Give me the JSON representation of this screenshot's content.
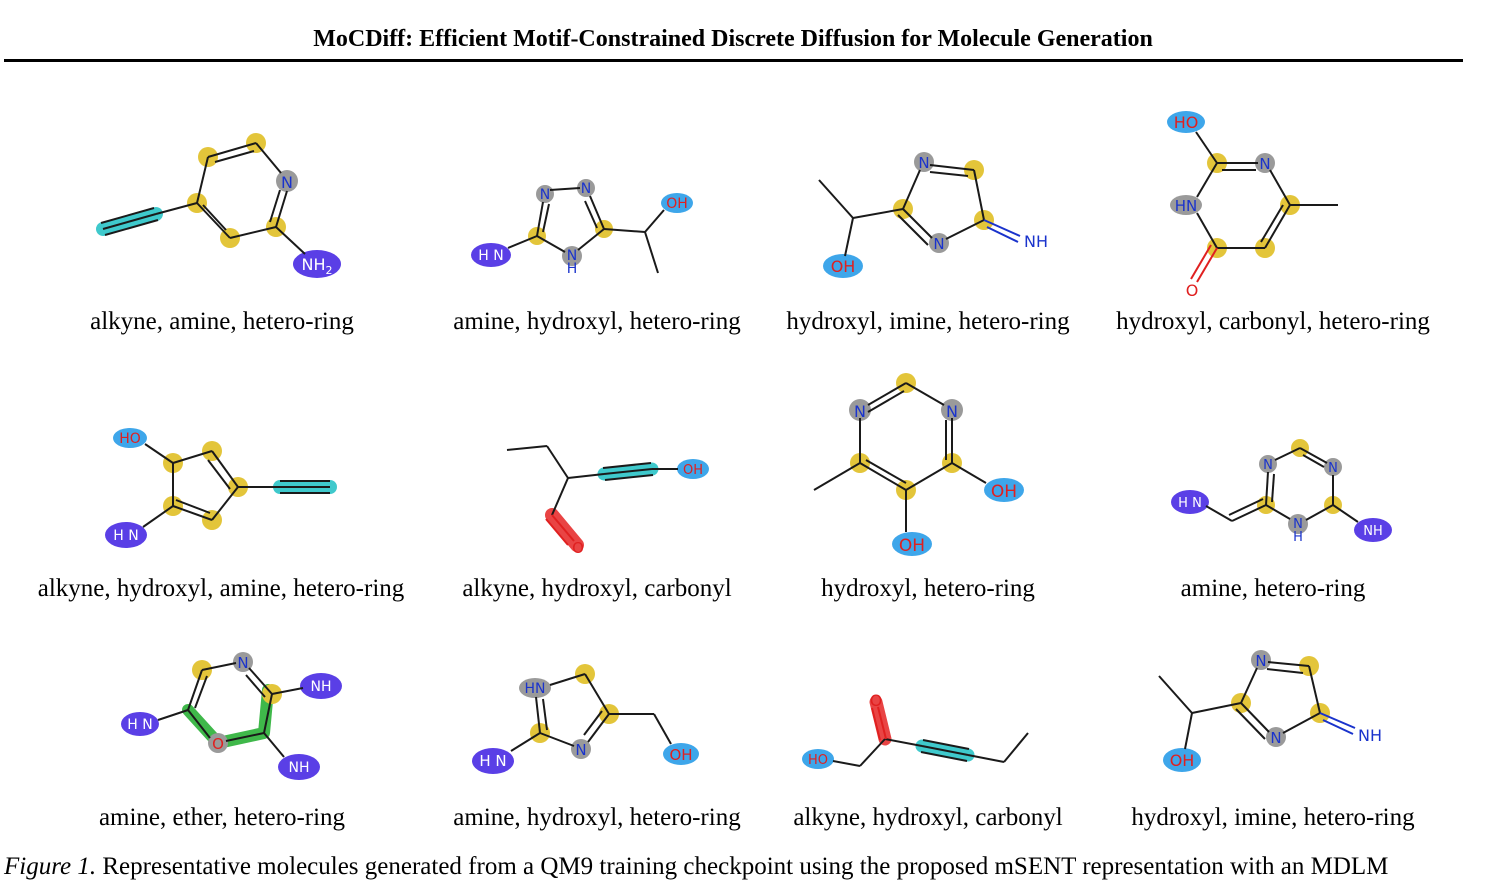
{
  "header": {
    "title": "MoCDiff: Efficient Motif-Constrained Discrete Diffusion for Molecule Generation"
  },
  "colors": {
    "hetero_ring": "#e3c53a",
    "hydroxyl": "#3ea6ea",
    "amine": "#5a3fe6",
    "alkyne": "#3fc9cc",
    "carbonyl": "#e94444",
    "ether": "#3fb84a",
    "neutral_atom": "#9a9a9a",
    "bond": "#1a1a1a",
    "nitrogen_text": "#1a33cc",
    "oxygen_text": "#e02020"
  },
  "molecules": [
    {
      "label": "alkyne, amine, hetero-ring"
    },
    {
      "label": "amine, hydroxyl, hetero-ring"
    },
    {
      "label": "hydroxyl, imine, hetero-ring"
    },
    {
      "label": "hydroxyl, carbonyl, hetero-ring"
    },
    {
      "label": "alkyne, hydroxyl, amine, hetero-ring"
    },
    {
      "label": "alkyne, hydroxyl, carbonyl"
    },
    {
      "label": "hydroxyl, hetero-ring"
    },
    {
      "label": "amine, hetero-ring"
    },
    {
      "label": "amine, ether, hetero-ring"
    },
    {
      "label": "amine, hydroxyl, hetero-ring"
    },
    {
      "label": "alkyne, hydroxyl, carbonyl"
    },
    {
      "label": "hydroxyl, imine, hetero-ring"
    }
  ],
  "atom_labels": {
    "N": "N",
    "NH": "NH",
    "HN": "HN",
    "H": "H",
    "NH2": "NH",
    "H2N": "H N",
    "sub2": "2",
    "OH": "OH",
    "HO": "HO",
    "O": "O"
  },
  "caption": {
    "fig": "Figure 1.",
    "text": "Representative molecules generated from a QM9 training checkpoint using the proposed mSENT representation with an MDLM"
  }
}
